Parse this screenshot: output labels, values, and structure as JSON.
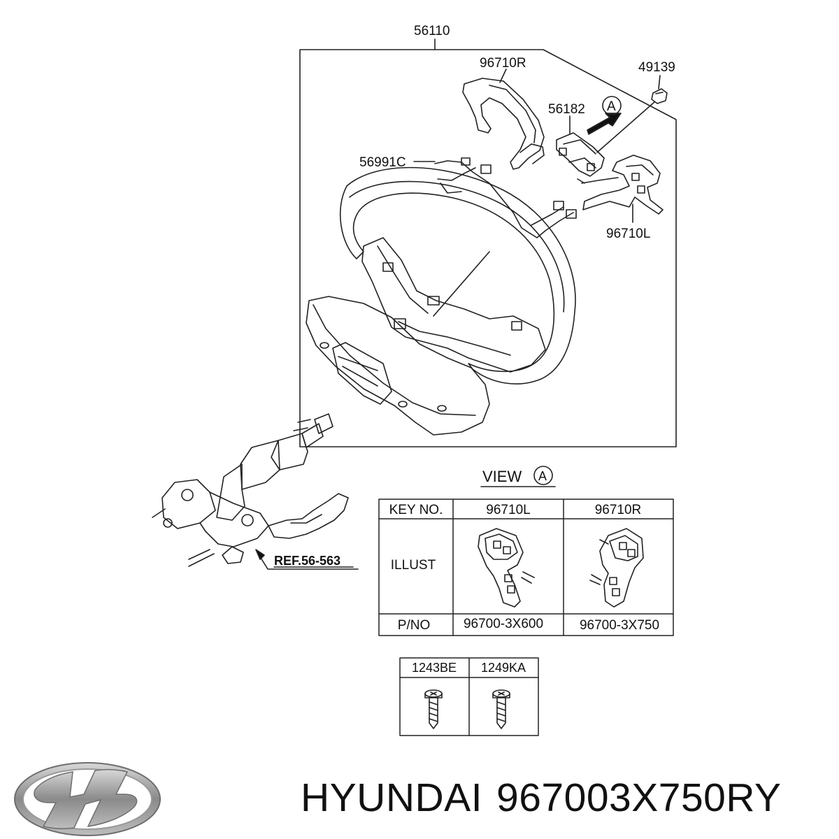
{
  "callouts": {
    "assembly": "56110",
    "switch_right": "96710R",
    "bolt_cap": "49139",
    "bracket": "56182",
    "view_marker": "A",
    "wiring": "56991C",
    "switch_left": "96710L",
    "reference": "REF.56-563"
  },
  "view": {
    "label": "VIEW",
    "marker": "A"
  },
  "parts_table": {
    "header": [
      "KEY NO.",
      "96710L",
      "96710R"
    ],
    "row_labels": [
      "ILLUST",
      "P/NO"
    ],
    "part_numbers": [
      "96700-3X600",
      "96700-3X750"
    ]
  },
  "screws_table": {
    "header": [
      "1243BE",
      "1249KA"
    ]
  },
  "caption": {
    "brand": "HYUNDAI",
    "part_number": "967003X750RY"
  },
  "logo": {
    "name": "hyundai-logo-icon",
    "color": "#8a8a8a"
  }
}
